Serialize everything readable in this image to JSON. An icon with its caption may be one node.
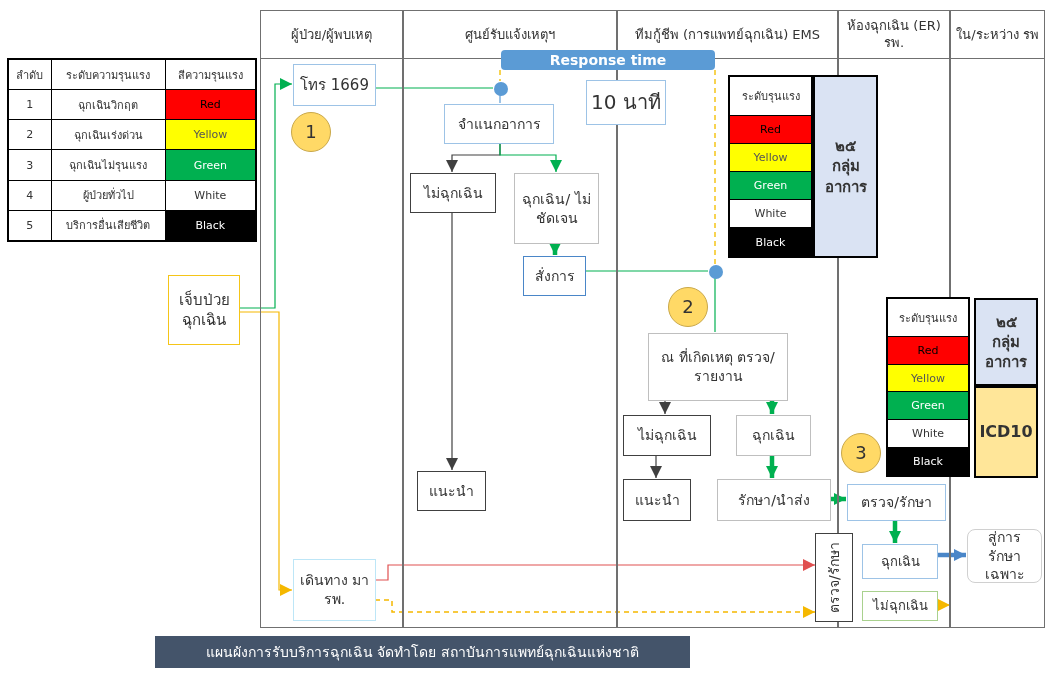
{
  "diagram": {
    "caption": "แผนผังการรับบริการฉุกเฉิน จัดทำโดย สถาบันการแพทย์ฉุกเฉินแห่งชาติ",
    "nodes": [
      {
        "text": [
          "ผู้ป่วย/ผู้พบเหตุ"
        ]
      },
      {
        "text": [
          "ศูนย์รับแจ้งเหตุฯ"
        ]
      },
      {
        "text": [
          "ทีมกู้ชีพ (การแพทย์ฉุกเฉิน) EMS"
        ]
      },
      {
        "text": [
          "ห้องฉุกเฉิน (ER) รพ."
        ]
      },
      {
        "text": [
          "ใน/ระหว่าง รพ"
        ]
      },
      {
        "text": [
          "Response time"
        ]
      },
      {
        "text": [
          "โทร 1669"
        ],
        "in": 0
      },
      {
        "text": [],
        "shape": "circle",
        "in": 1
      },
      {
        "text": [
          "10 นาที"
        ]
      },
      {
        "text": [
          "จำแนกอาการ"
        ],
        "in": 1
      },
      {
        "text": [
          "๒๕ กลุ่ม อาการ"
        ]
      },
      {
        "text": [
          "1"
        ],
        "in": 0
      },
      {
        "text": [
          "ไม่ฉุกเฉิน"
        ],
        "in": 1
      },
      {
        "text": [
          "ฉุกเฉิน/ ไม่ชัดเจน"
        ],
        "in": 1
      },
      {
        "text": [
          "เจ็บป่วย ฉุกเฉิน"
        ]
      },
      {
        "text": [
          "สั่งการ"
        ],
        "in": 1
      },
      {
        "text": [],
        "shape": "circle",
        "in": 2
      },
      {
        "text": [
          "2"
        ],
        "in": 2
      },
      {
        "text": [
          "ณ ที่เกิดเหตุ ตรวจ/รายงาน"
        ],
        "in": 2
      },
      {
        "text": [
          "๒๕ กลุ่ม อาการ"
        ],
        "in": 4
      },
      {
        "text": [
          "ICD10"
        ],
        "in": 4
      },
      {
        "text": [
          "3"
        ],
        "in": 3
      },
      {
        "text": [
          "ไม่ฉุกเฉิน"
        ],
        "in": 2
      },
      {
        "text": [
          "ฉุกเฉิน"
        ],
        "in": 2
      },
      {
        "text": [
          "แนะนำ"
        ],
        "in": 1
      },
      {
        "text": [
          "แนะนำ"
        ],
        "in": 2
      },
      {
        "text": [
          "รักษา/นำส่ง"
        ],
        "in": 2
      },
      {
        "text": [
          "ตรวจ/รักษา"
        ],
        "in": 3
      },
      {
        "text": [
          "ฉุกเฉิน"
        ],
        "in": 3
      },
      {
        "text": [
          "สู่การรักษา เฉพาะ"
        ],
        "in": 4
      },
      {
        "text": [
          "เดินทาง มา รพ."
        ],
        "in": 0
      },
      {
        "text": [
          "ตรวจ/รักษา"
        ]
      },
      {
        "text": [
          "ไม่ฉุกเฉิน"
        ],
        "in": 3
      }
    ],
    "edges": [
      {
        "from": 14,
        "to": 6,
        "arrow": "to",
        "color": "#00b050"
      },
      {
        "from": 14,
        "to": 30,
        "arrow": "to",
        "color": "#f5b800"
      },
      {
        "from": 6,
        "to": 7,
        "arrow": "none",
        "color": "#00b050"
      },
      {
        "from": 7,
        "to": 9,
        "arrow": "none",
        "color": "#5b9bd5"
      },
      {
        "from": 9,
        "to": 12,
        "arrow": "to",
        "color": "#404040"
      },
      {
        "from": 9,
        "to": 13,
        "arrow": "to",
        "color": "#00b050"
      },
      {
        "from": 13,
        "to": 15,
        "arrow": "to",
        "style": "thick",
        "color": "#00b050"
      },
      {
        "from": 12,
        "to": 24,
        "arrow": "to",
        "color": "#404040"
      },
      {
        "from": 15,
        "to": 16,
        "arrow": "none",
        "color": "#00b050"
      },
      {
        "from": 16,
        "to": 18,
        "arrow": "none",
        "color": "#00b050"
      },
      {
        "from": 18,
        "to": 22,
        "arrow": "to",
        "color": "#404040"
      },
      {
        "from": 18,
        "to": 23,
        "arrow": "to",
        "style": "thick",
        "color": "#00b050"
      },
      {
        "from": 22,
        "to": 25,
        "arrow": "to",
        "color": "#404040"
      },
      {
        "from": 23,
        "to": 26,
        "arrow": "to",
        "style": "thick",
        "color": "#00b050"
      },
      {
        "from": 26,
        "to": 27,
        "arrow": "to",
        "style": "thick",
        "color": "#00b050"
      },
      {
        "from": 27,
        "to": 28,
        "arrow": "to",
        "style": "thick",
        "color": "#00b050"
      },
      {
        "from": 28,
        "to": 29,
        "arrow": "to",
        "style": "thick",
        "color": "#4a86c8"
      },
      {
        "from": 32,
        "to": 4,
        "arrow": "to",
        "color": "#f5b800"
      },
      {
        "from": 30,
        "to": 31,
        "arrow": "to",
        "color": "#e05050"
      },
      {
        "from": 30,
        "to": 31,
        "arrow": "to",
        "style": "dashed",
        "color": "#f5b800"
      },
      {
        "from": 5,
        "to": 7,
        "arrow": "none",
        "style": "dashed",
        "color": "#f5c518"
      },
      {
        "from": 5,
        "to": 16,
        "arrow": "none",
        "style": "dashed",
        "color": "#f5c518"
      }
    ],
    "labels": [
      "ลำดับ",
      "ระดับความรุนแรง",
      "สีความรุนแรง",
      "1",
      "ฉุกเฉินวิกฤต",
      "Red",
      "2",
      "ฉุกเฉินเร่งด่วน",
      "Yellow",
      "3",
      "ฉุกเฉินไม่รุนแรง",
      "Green",
      "4",
      "ผู้ป่วยทั่วไป",
      "White",
      "5",
      "บริการอื่นเสียชีวิต",
      "Black",
      "ระดับรุนแรง",
      "Red",
      "Yellow",
      "Green",
      "White",
      "Black",
      "ระดับรุนแรง",
      "Red",
      "Yellow",
      "Green",
      "White",
      "Black"
    ]
  }
}
